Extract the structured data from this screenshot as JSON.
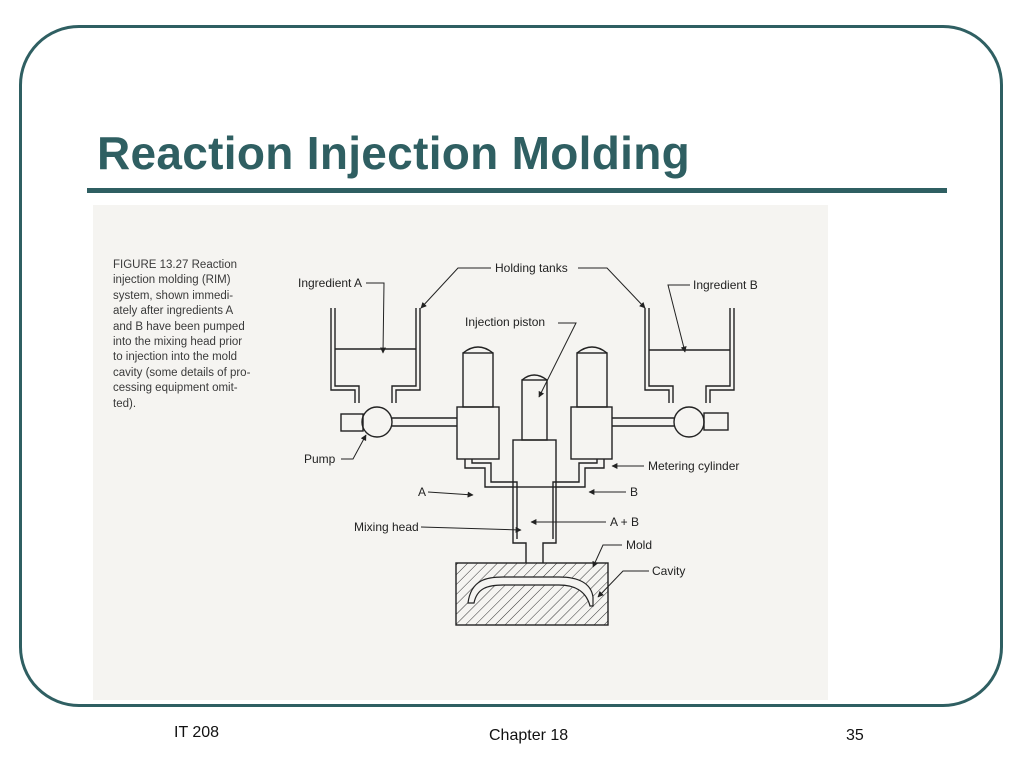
{
  "slide": {
    "title": "Reaction Injection Molding",
    "footer_left": "IT 208",
    "footer_center": "Chapter 18",
    "footer_right": "35"
  },
  "figure": {
    "caption": "FIGURE 13.27   Reaction\ninjection molding (RIM)\nsystem, shown immedi-\nately after ingredients A\nand B have been pumped\ninto the mixing head prior\nto injection into the mold\ncavity (some details of pro-\ncessing equipment omit-\nted).",
    "labels": {
      "holding_tanks": "Holding tanks",
      "ingredient_a": "Ingredient A",
      "ingredient_b": "Ingredient B",
      "injection_piston": "Injection piston",
      "pump": "Pump",
      "metering_cylinder": "Metering cylinder",
      "a": "A",
      "b": "B",
      "mixing_head": "Mixing head",
      "a_plus_b": "A + B",
      "mold": "Mold",
      "cavity": "Cavity"
    }
  },
  "colors": {
    "accent": "#2f5f62"
  }
}
